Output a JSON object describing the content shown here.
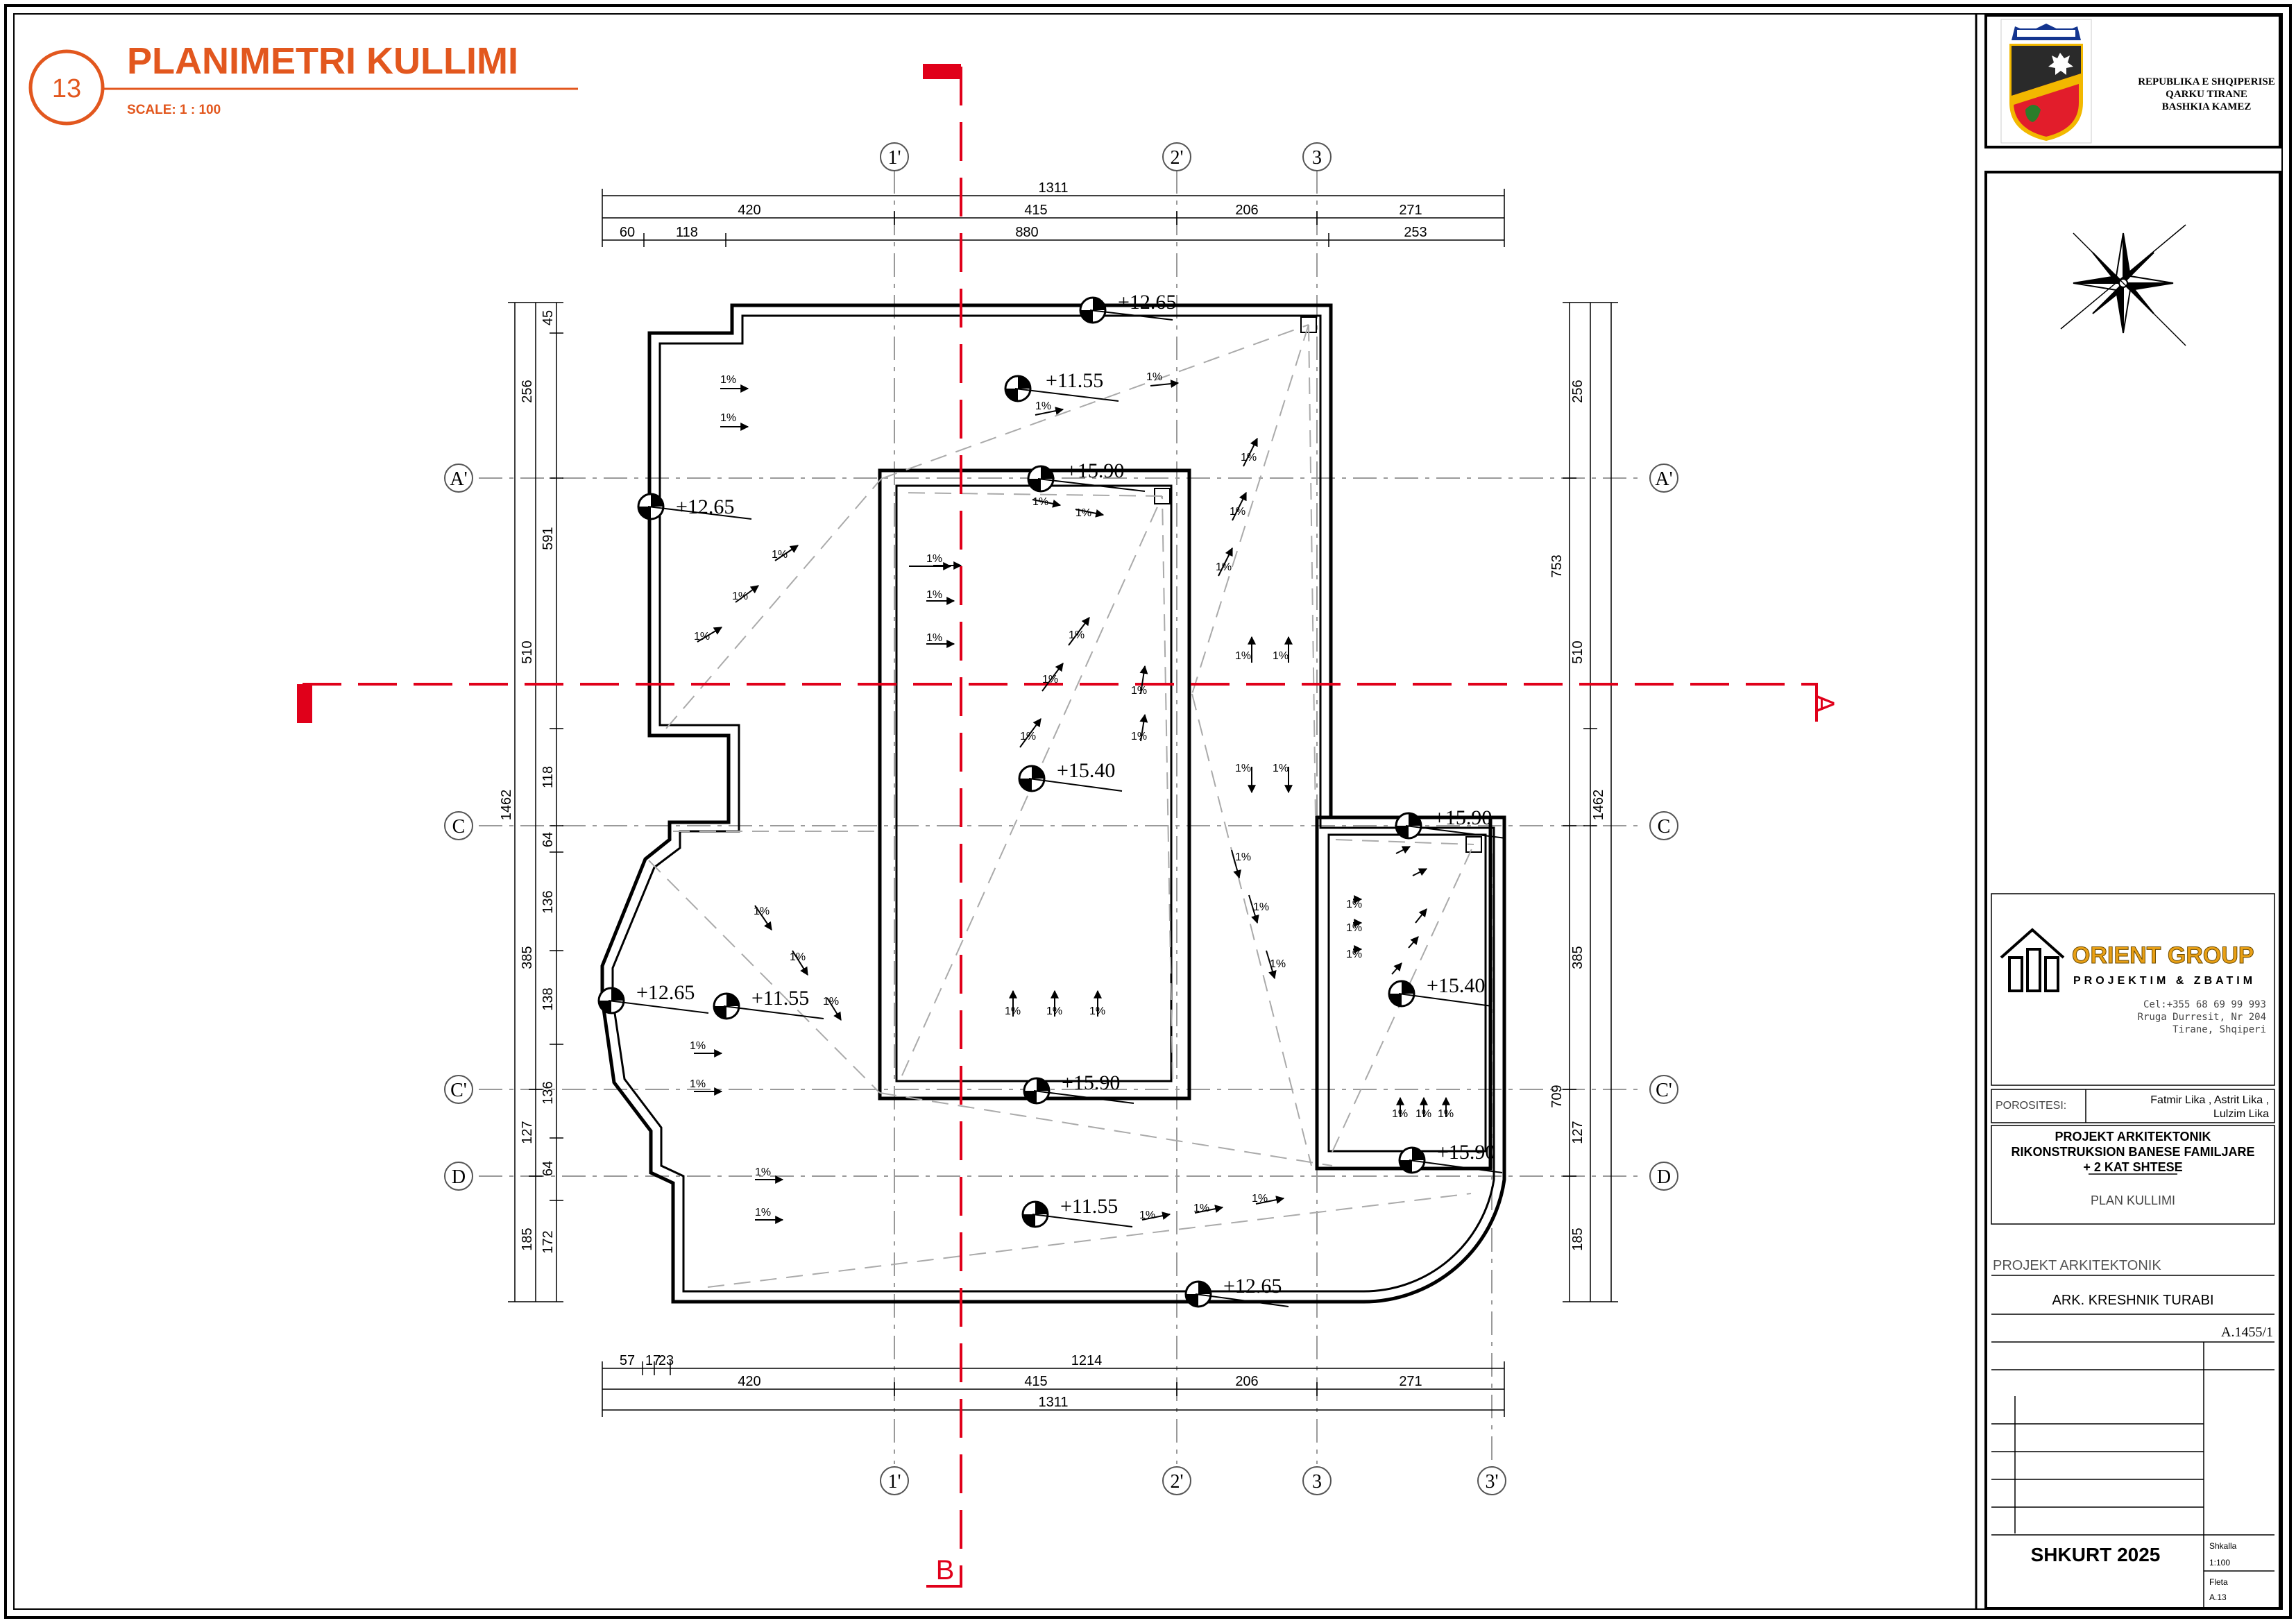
{
  "drawing": {
    "number": "13",
    "title": "PLANIMETRI KULLIMI",
    "scale": "SCALE: 1 : 100",
    "accent_color": "#e2571e",
    "section_color": "#e0001a"
  },
  "grid_labels": {
    "top": [
      "1'",
      "2'",
      "3"
    ],
    "bottom": [
      "1'",
      "2'",
      "3",
      "3'"
    ],
    "left": [
      "A'",
      "C",
      "C'",
      "D"
    ],
    "right": [
      "A'",
      "C",
      "C'",
      "D"
    ]
  },
  "section_marks": {
    "horizontal": "A",
    "vertical": "B"
  },
  "dimensions": {
    "top_total": "1311",
    "top_row2": [
      "420",
      "415",
      "206",
      "271"
    ],
    "top_row3": [
      "60",
      "118",
      "880",
      "253"
    ],
    "bottom_row1": [
      "57",
      "17",
      "23",
      "1214"
    ],
    "bottom_row2": [
      "420",
      "415",
      "206",
      "271"
    ],
    "bottom_total": "1311",
    "left_inner": [
      "45",
      "256",
      "591",
      "510",
      "118",
      "64",
      "136",
      "138",
      "136",
      "127",
      "64",
      "172"
    ],
    "left_outer": [
      "1462",
      "385",
      "185"
    ],
    "right_inner": [
      "256",
      "753",
      "510",
      "1462",
      "385",
      "709",
      "127",
      "185"
    ]
  },
  "elevations": [
    "+12.65",
    "+11.55",
    "+15.90",
    "+12.65",
    "+15.40",
    "+15.90",
    "+12.65",
    "+11.55",
    "+15.40",
    "+15.90",
    "+15.90",
    "+11.55",
    "+12.65"
  ],
  "slope_label": "1%",
  "titleblock": {
    "authority_line1": "REPUBLIKA E SHQIPERISE",
    "authority_line2": "QARKU TIRANE",
    "authority_line3": "BASHKIA KAMEZ",
    "company_name": "ORIENT GROUP",
    "company_tagline": "PROJEKTIM & ZBATIM",
    "company_phone": "Cel:+355 68 69 99 993",
    "company_address1": "Rruga Durresit, Nr 204",
    "company_address2": "Tirane, Shqiperi",
    "client_label": "POROSITESI:",
    "client_name1": "Fatmir Lika , Astrit Lika ,",
    "client_name2": "Lulzim Lika",
    "project_line1": "PROJEKT ARKITEKTONIK",
    "project_line2": "RIKONSTRUKSION BANESE FAMILJARE",
    "project_line3": "+ 2 KAT SHTESE",
    "sheet_name": "PLAN KULLIMI",
    "discipline": "PROJEKT ARKITEKTONIK",
    "architect": "ARK. KRESHNIK TURABI",
    "license": "A.1455/1",
    "date": "SHKURT 2025",
    "scale_label": "Shkalla",
    "scale_value": "1:100",
    "sheet_label": "Fleta",
    "sheet_value": "A.13"
  }
}
